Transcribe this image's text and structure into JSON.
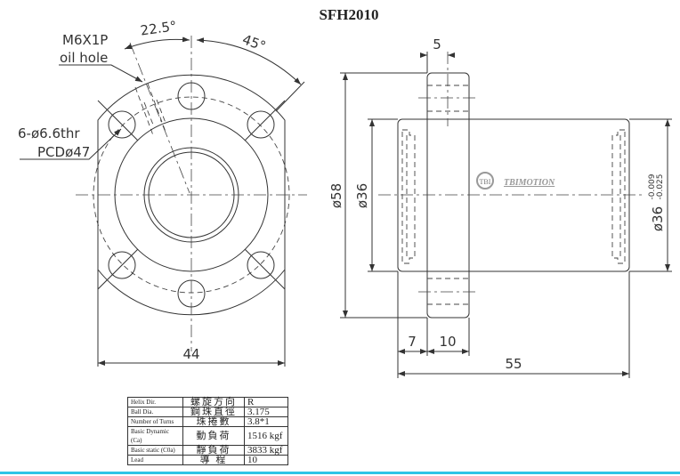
{
  "title": "SFH2010",
  "left_view": {
    "oil_hole_thread": "M6X1P",
    "oil_hole_label": "oil hole",
    "angle_oil": "22.5°",
    "angle_holes": "45°",
    "holes_spec": "6-ø6.6thr",
    "pcd": "PCDø47",
    "width": "44"
  },
  "side_view": {
    "flange_thickness_offset": "5",
    "flange_dia": "ø58",
    "body_dia": "ø36",
    "body_dia_tol": "ø36",
    "tol_upper": "-0.009",
    "tol_lower": "-0.025",
    "dim_7": "7",
    "dim_10": "10",
    "length": "55",
    "logo_text": "TBIMOTION",
    "logo_mark": "TBI"
  },
  "spec_table": [
    {
      "en": "Helix Dir.",
      "zh": "螺旋方向",
      "value": "R"
    },
    {
      "en": "Ball Dia.",
      "zh": "鋼珠直徑",
      "value": "3.175"
    },
    {
      "en": "Number of Turns",
      "zh": "珠捲數",
      "value": "3.8*1"
    },
    {
      "en": "Basic Dynamic (Ca)",
      "zh": "動負荷",
      "value": "1516 kgf"
    },
    {
      "en": "Basic static (C0a)",
      "zh": "靜負荷",
      "value": "3833 kgf"
    },
    {
      "en": "Lead",
      "zh": "導 程",
      "value": "10"
    }
  ],
  "colors": {
    "accent_bar": "#2ec4e6",
    "line": "#333333"
  }
}
